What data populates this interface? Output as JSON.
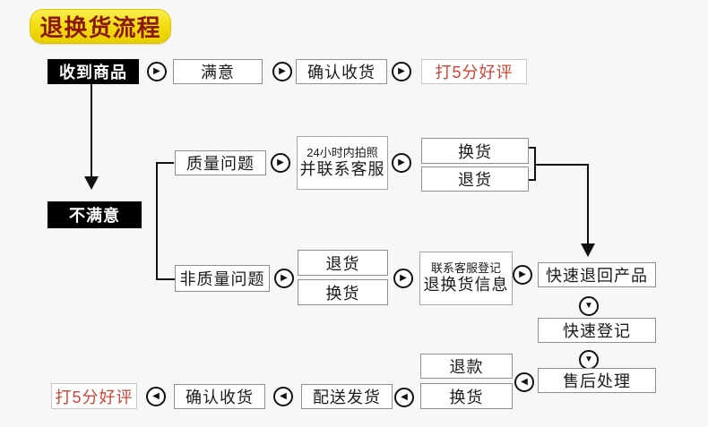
{
  "title": {
    "label": "退换货流程"
  },
  "colors": {
    "background": "#f7f7f7",
    "badge_yellow": "#f3df12",
    "title_red": "#8b1708",
    "highlight_red": "#cc4438",
    "box_black": "#000000",
    "box_border_gray": "#8f8f8f",
    "line_black": "#111111"
  },
  "icons": {
    "arrow_right": "▶",
    "arrow_left": "◀",
    "arrow_down": "▼"
  },
  "nodes": {
    "received": {
      "label": "收到商品"
    },
    "satisfied": {
      "label": "满意"
    },
    "confirm_receipt_top": {
      "label": "确认收货"
    },
    "five_star_top": {
      "label": "打5分好评"
    },
    "unsatisfied": {
      "label": "不满意"
    },
    "quality_issue": {
      "label": "质量问题"
    },
    "photo_contact": {
      "line1": "24小时内拍照",
      "line2": "并联系客服"
    },
    "exchange_quality": {
      "label": "换货"
    },
    "return_quality": {
      "label": "退货"
    },
    "non_quality_issue": {
      "label": "非质量问题"
    },
    "return_nonquality": {
      "label": "退货"
    },
    "exchange_nonquality": {
      "label": "换货"
    },
    "register_info": {
      "line1": "联系客服登记",
      "line2": "退换货信息"
    },
    "fast_return": {
      "label": "快速退回产品"
    },
    "fast_register": {
      "label": "快速登记"
    },
    "aftersales": {
      "label": "售后处理"
    },
    "refund": {
      "label": "退款"
    },
    "exchange_bottom": {
      "label": "换货"
    },
    "delivery": {
      "label": "配送发货"
    },
    "confirm_receipt_bottom": {
      "label": "确认收货"
    },
    "five_star_bottom": {
      "label": "打5分好评"
    }
  }
}
